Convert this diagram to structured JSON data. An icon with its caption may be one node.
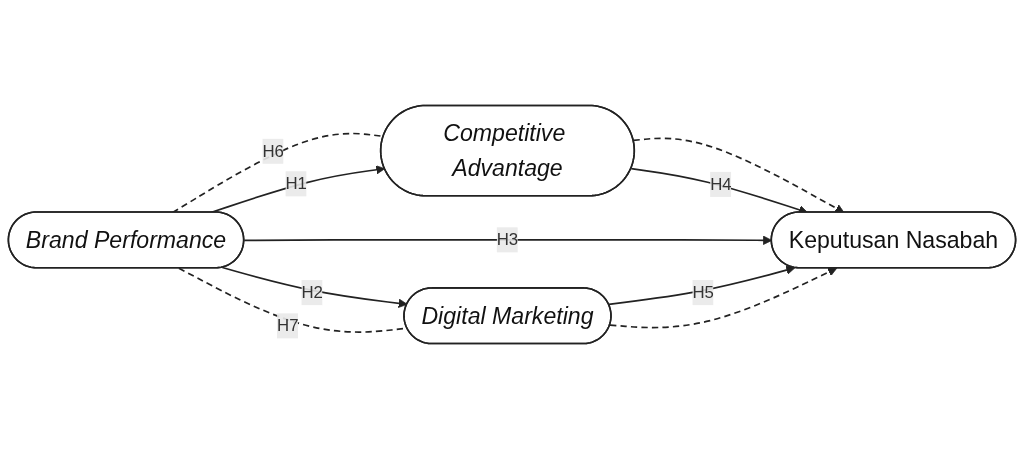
{
  "diagram": {
    "nodes": [
      {
        "text": [
          "Brand Performance"
        ]
      },
      {
        "text": [
          "Competitive Advantage"
        ]
      },
      {
        "text": [
          "Digital Marketing"
        ]
      },
      {
        "text": [
          "Keputusan Nasabah"
        ]
      }
    ],
    "edges": [
      {
        "from": 0,
        "to": 1,
        "arrow": "none",
        "label": "H6",
        "style": "dashed"
      },
      {
        "from": 0,
        "to": 1,
        "arrow": "to",
        "label": "H1"
      },
      {
        "from": 1,
        "to": 3,
        "arrow": "to",
        "style": "dashed"
      },
      {
        "from": 1,
        "to": 3,
        "arrow": "to",
        "label": "H4"
      },
      {
        "from": 0,
        "to": 3,
        "arrow": "to",
        "label": "H3"
      },
      {
        "from": 0,
        "to": 2,
        "arrow": "to",
        "label": "H2"
      },
      {
        "from": 0,
        "to": 2,
        "arrow": "none",
        "label": "H7",
        "style": "dashed"
      },
      {
        "from": 2,
        "to": 3,
        "arrow": "to",
        "label": "H5"
      },
      {
        "from": 2,
        "to": 3,
        "arrow": "to",
        "style": "dashed"
      }
    ]
  }
}
